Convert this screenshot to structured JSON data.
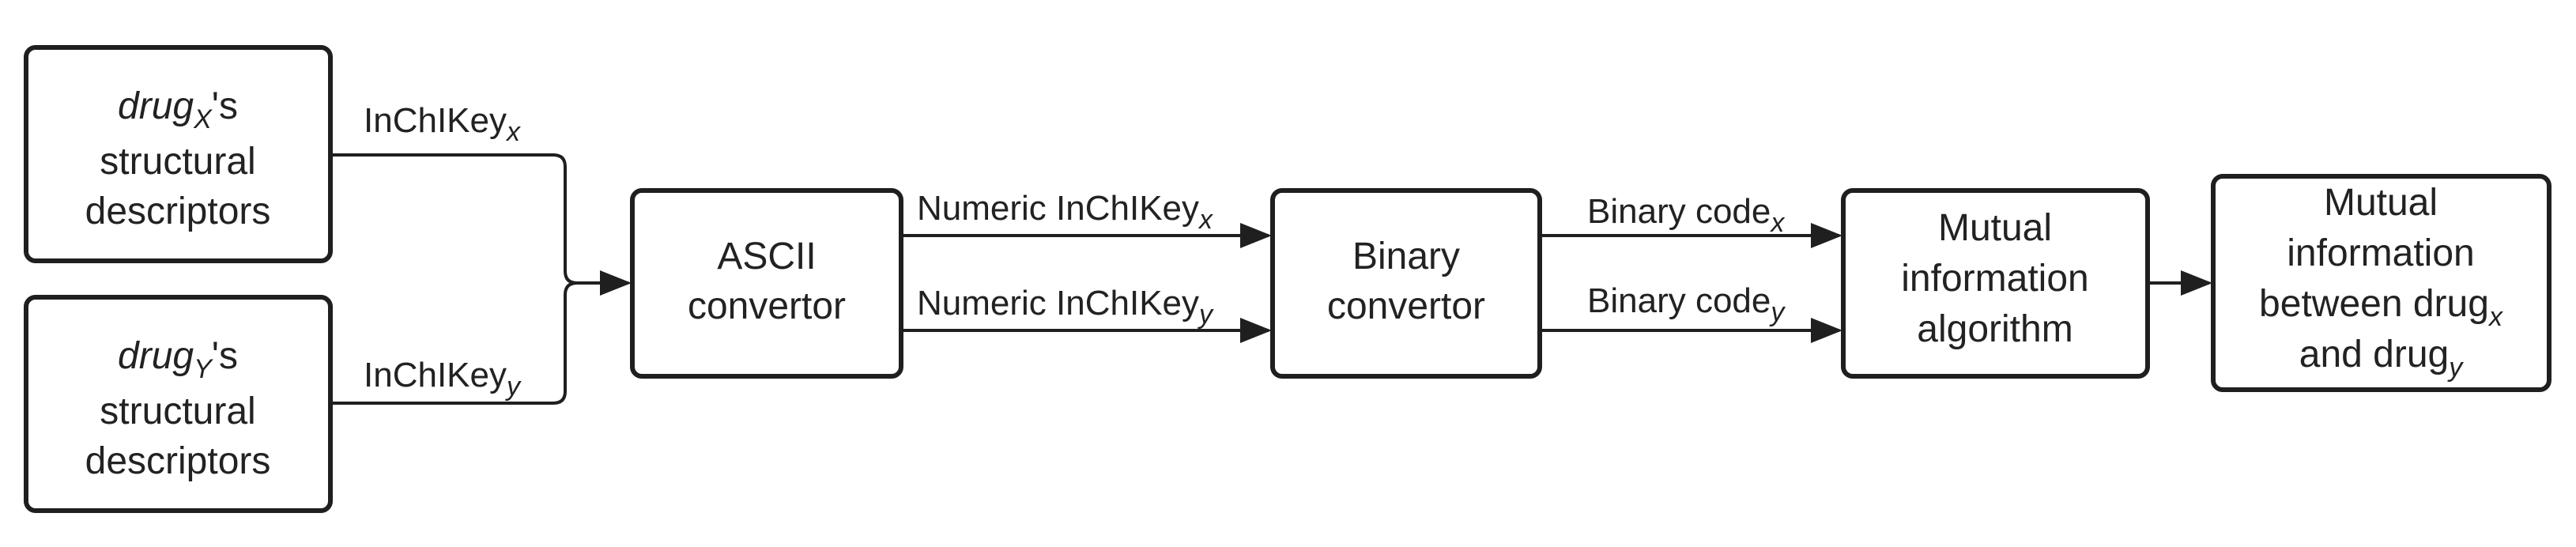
{
  "nodes": {
    "drugx_descriptors": {
      "name": "drug",
      "subscript": "X",
      "suffix": "'s",
      "line2": "structural",
      "line3": "descriptors"
    },
    "drugy_descriptors": {
      "name": "drug",
      "subscript": "Y",
      "suffix": "'s",
      "line2": "structural",
      "line3": "descriptors"
    },
    "ascii_convertor": {
      "line1": "ASCII",
      "line2": "convertor"
    },
    "binary_convertor": {
      "line1": "Binary",
      "line2": "convertor"
    },
    "mutual_info_algorithm": {
      "line1": "Mutual",
      "line2": "information",
      "line3": "algorithm"
    },
    "mutual_info_output": {
      "line1": "Mutual",
      "line2": "information",
      "line3": "between drug",
      "line3_sub": "x",
      "line4": "and drug",
      "line4_sub": "y"
    }
  },
  "edges": {
    "inchikey_x": {
      "label": "InChIKey",
      "sub": "x"
    },
    "inchikey_y": {
      "label": "InChIKey",
      "sub": "y"
    },
    "numeric_x": {
      "label": "Numeric InChIKey",
      "sub": "x"
    },
    "numeric_y": {
      "label": "Numeric InChIKey",
      "sub": "y"
    },
    "binary_x": {
      "label": "Binary code",
      "sub": "x"
    },
    "binary_y": {
      "label": "Binary code",
      "sub": "y"
    }
  }
}
